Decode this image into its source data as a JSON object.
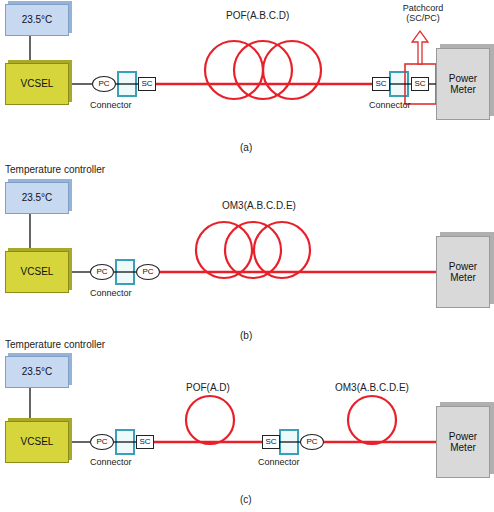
{
  "diagram": {
    "nodes": [
      {
        "text": [
          "23.5°C"
        ]
      },
      {
        "text": [
          "VCSEL"
        ]
      },
      {
        "text": [
          "PC"
        ]
      },
      {
        "text": [
          "SC"
        ]
      },
      {
        "text": [
          "SC"
        ]
      },
      {
        "text": [
          "SC"
        ]
      },
      {
        "text": [
          "Power Meter"
        ]
      },
      {
        "text": [
          "23.5°C"
        ]
      },
      {
        "text": [
          "VCSEL"
        ]
      },
      {
        "text": [
          "PC"
        ]
      },
      {
        "text": [
          "PC"
        ]
      },
      {
        "text": [
          "Power Meter"
        ]
      },
      {
        "text": [
          "23.5°C"
        ]
      },
      {
        "text": [
          "VCSEL"
        ]
      },
      {
        "text": [
          "PC"
        ]
      },
      {
        "text": [
          "SC"
        ]
      },
      {
        "text": [
          "SC"
        ]
      },
      {
        "text": [
          "PC"
        ]
      },
      {
        "text": [
          "Power Meter"
        ]
      }
    ],
    "edges": [
      {
        "from": 0,
        "to": 1,
        "arrow": "none"
      },
      {
        "from": 1,
        "to": 2,
        "arrow": "none"
      },
      {
        "from": 2,
        "to": 3,
        "arrow": "none"
      },
      {
        "from": 3,
        "to": 4,
        "arrow": "none"
      },
      {
        "from": 4,
        "to": 5,
        "arrow": "none"
      },
      {
        "from": 5,
        "to": 6,
        "arrow": "none"
      },
      {
        "from": 7,
        "to": 8,
        "arrow": "none"
      },
      {
        "from": 8,
        "to": 9,
        "arrow": "none"
      },
      {
        "from": 9,
        "to": 10,
        "arrow": "none"
      },
      {
        "from": 10,
        "to": 11,
        "arrow": "none"
      },
      {
        "from": 12,
        "to": 13,
        "arrow": "none"
      },
      {
        "from": 13,
        "to": 14,
        "arrow": "none"
      },
      {
        "from": 14,
        "to": 15,
        "arrow": "none"
      },
      {
        "from": 15,
        "to": 16,
        "arrow": "none"
      },
      {
        "from": 16,
        "to": 17,
        "arrow": "none"
      },
      {
        "from": 17,
        "to": 18,
        "arrow": "none"
      }
    ],
    "labels": [
      "Patchcord (SC/PC)",
      "POF(A.B.C.D)",
      "Connector",
      "Connector",
      "(a)",
      "Temperature controller",
      "OM3(A.B.C.D.E)",
      "Connector",
      "(b)",
      "Temperature controller",
      "POF(A.D)",
      "OM3(A.B.C.D.E)",
      "Connector",
      "Connector",
      "(c)"
    ]
  }
}
